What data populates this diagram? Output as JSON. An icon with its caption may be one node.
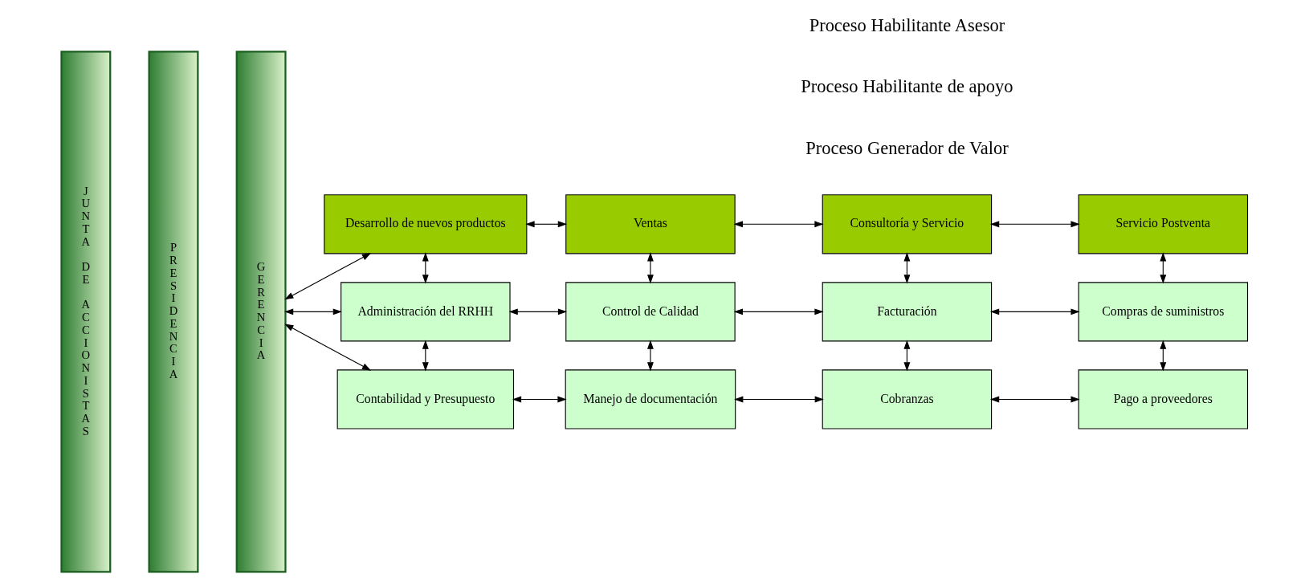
{
  "diagram": {
    "nodes": [
      {
        "text": [
          "JUNTA DE ACCIONISTAS"
        ]
      },
      {
        "text": [
          "PRESIDENCIA"
        ]
      },
      {
        "text": [
          "GERENCIA"
        ]
      },
      {
        "text": [
          "Desarrollo de nuevos productos"
        ]
      },
      {
        "text": [
          "Ventas"
        ]
      },
      {
        "text": [
          "Consultoría y Servicio"
        ]
      },
      {
        "text": [
          "Servicio Postventa"
        ]
      },
      {
        "text": [
          "Administración del RRHH"
        ]
      },
      {
        "text": [
          "Control de Calidad"
        ]
      },
      {
        "text": [
          "Facturación"
        ]
      },
      {
        "text": [
          "Compras de suministros"
        ]
      },
      {
        "text": [
          "Contabilidad y Presupuesto"
        ]
      },
      {
        "text": [
          "Manejo de documentación"
        ]
      },
      {
        "text": [
          "Cobranzas"
        ]
      },
      {
        "text": [
          "Pago a proveedores"
        ]
      }
    ],
    "edges": [
      {
        "from": 2,
        "to": 3,
        "arrow": "both"
      },
      {
        "from": 3,
        "to": 4,
        "arrow": "both"
      },
      {
        "from": 4,
        "to": 5,
        "arrow": "both"
      },
      {
        "from": 5,
        "to": 6,
        "arrow": "both"
      },
      {
        "from": 3,
        "to": 7,
        "arrow": "both"
      },
      {
        "from": 4,
        "to": 8,
        "arrow": "both"
      },
      {
        "from": 5,
        "to": 9,
        "arrow": "both"
      },
      {
        "from": 6,
        "to": 10,
        "arrow": "both"
      },
      {
        "from": 2,
        "to": 7,
        "arrow": "both"
      },
      {
        "from": 7,
        "to": 8,
        "arrow": "both"
      },
      {
        "from": 8,
        "to": 9,
        "arrow": "both"
      },
      {
        "from": 9,
        "to": 10,
        "arrow": "both"
      },
      {
        "from": 7,
        "to": 11,
        "arrow": "both"
      },
      {
        "from": 8,
        "to": 12,
        "arrow": "both"
      },
      {
        "from": 9,
        "to": 13,
        "arrow": "both"
      },
      {
        "from": 10,
        "to": 14,
        "arrow": "both"
      },
      {
        "from": 2,
        "to": 11,
        "arrow": "both"
      },
      {
        "from": 11,
        "to": 12,
        "arrow": "both"
      },
      {
        "from": 12,
        "to": 13,
        "arrow": "both"
      },
      {
        "from": 13,
        "to": 14,
        "arrow": "both"
      }
    ],
    "labels": [
      "Proceso Generador de Valor",
      "Proceso Habilitante de apoyo",
      "Proceso Habilitante Asesor"
    ]
  }
}
